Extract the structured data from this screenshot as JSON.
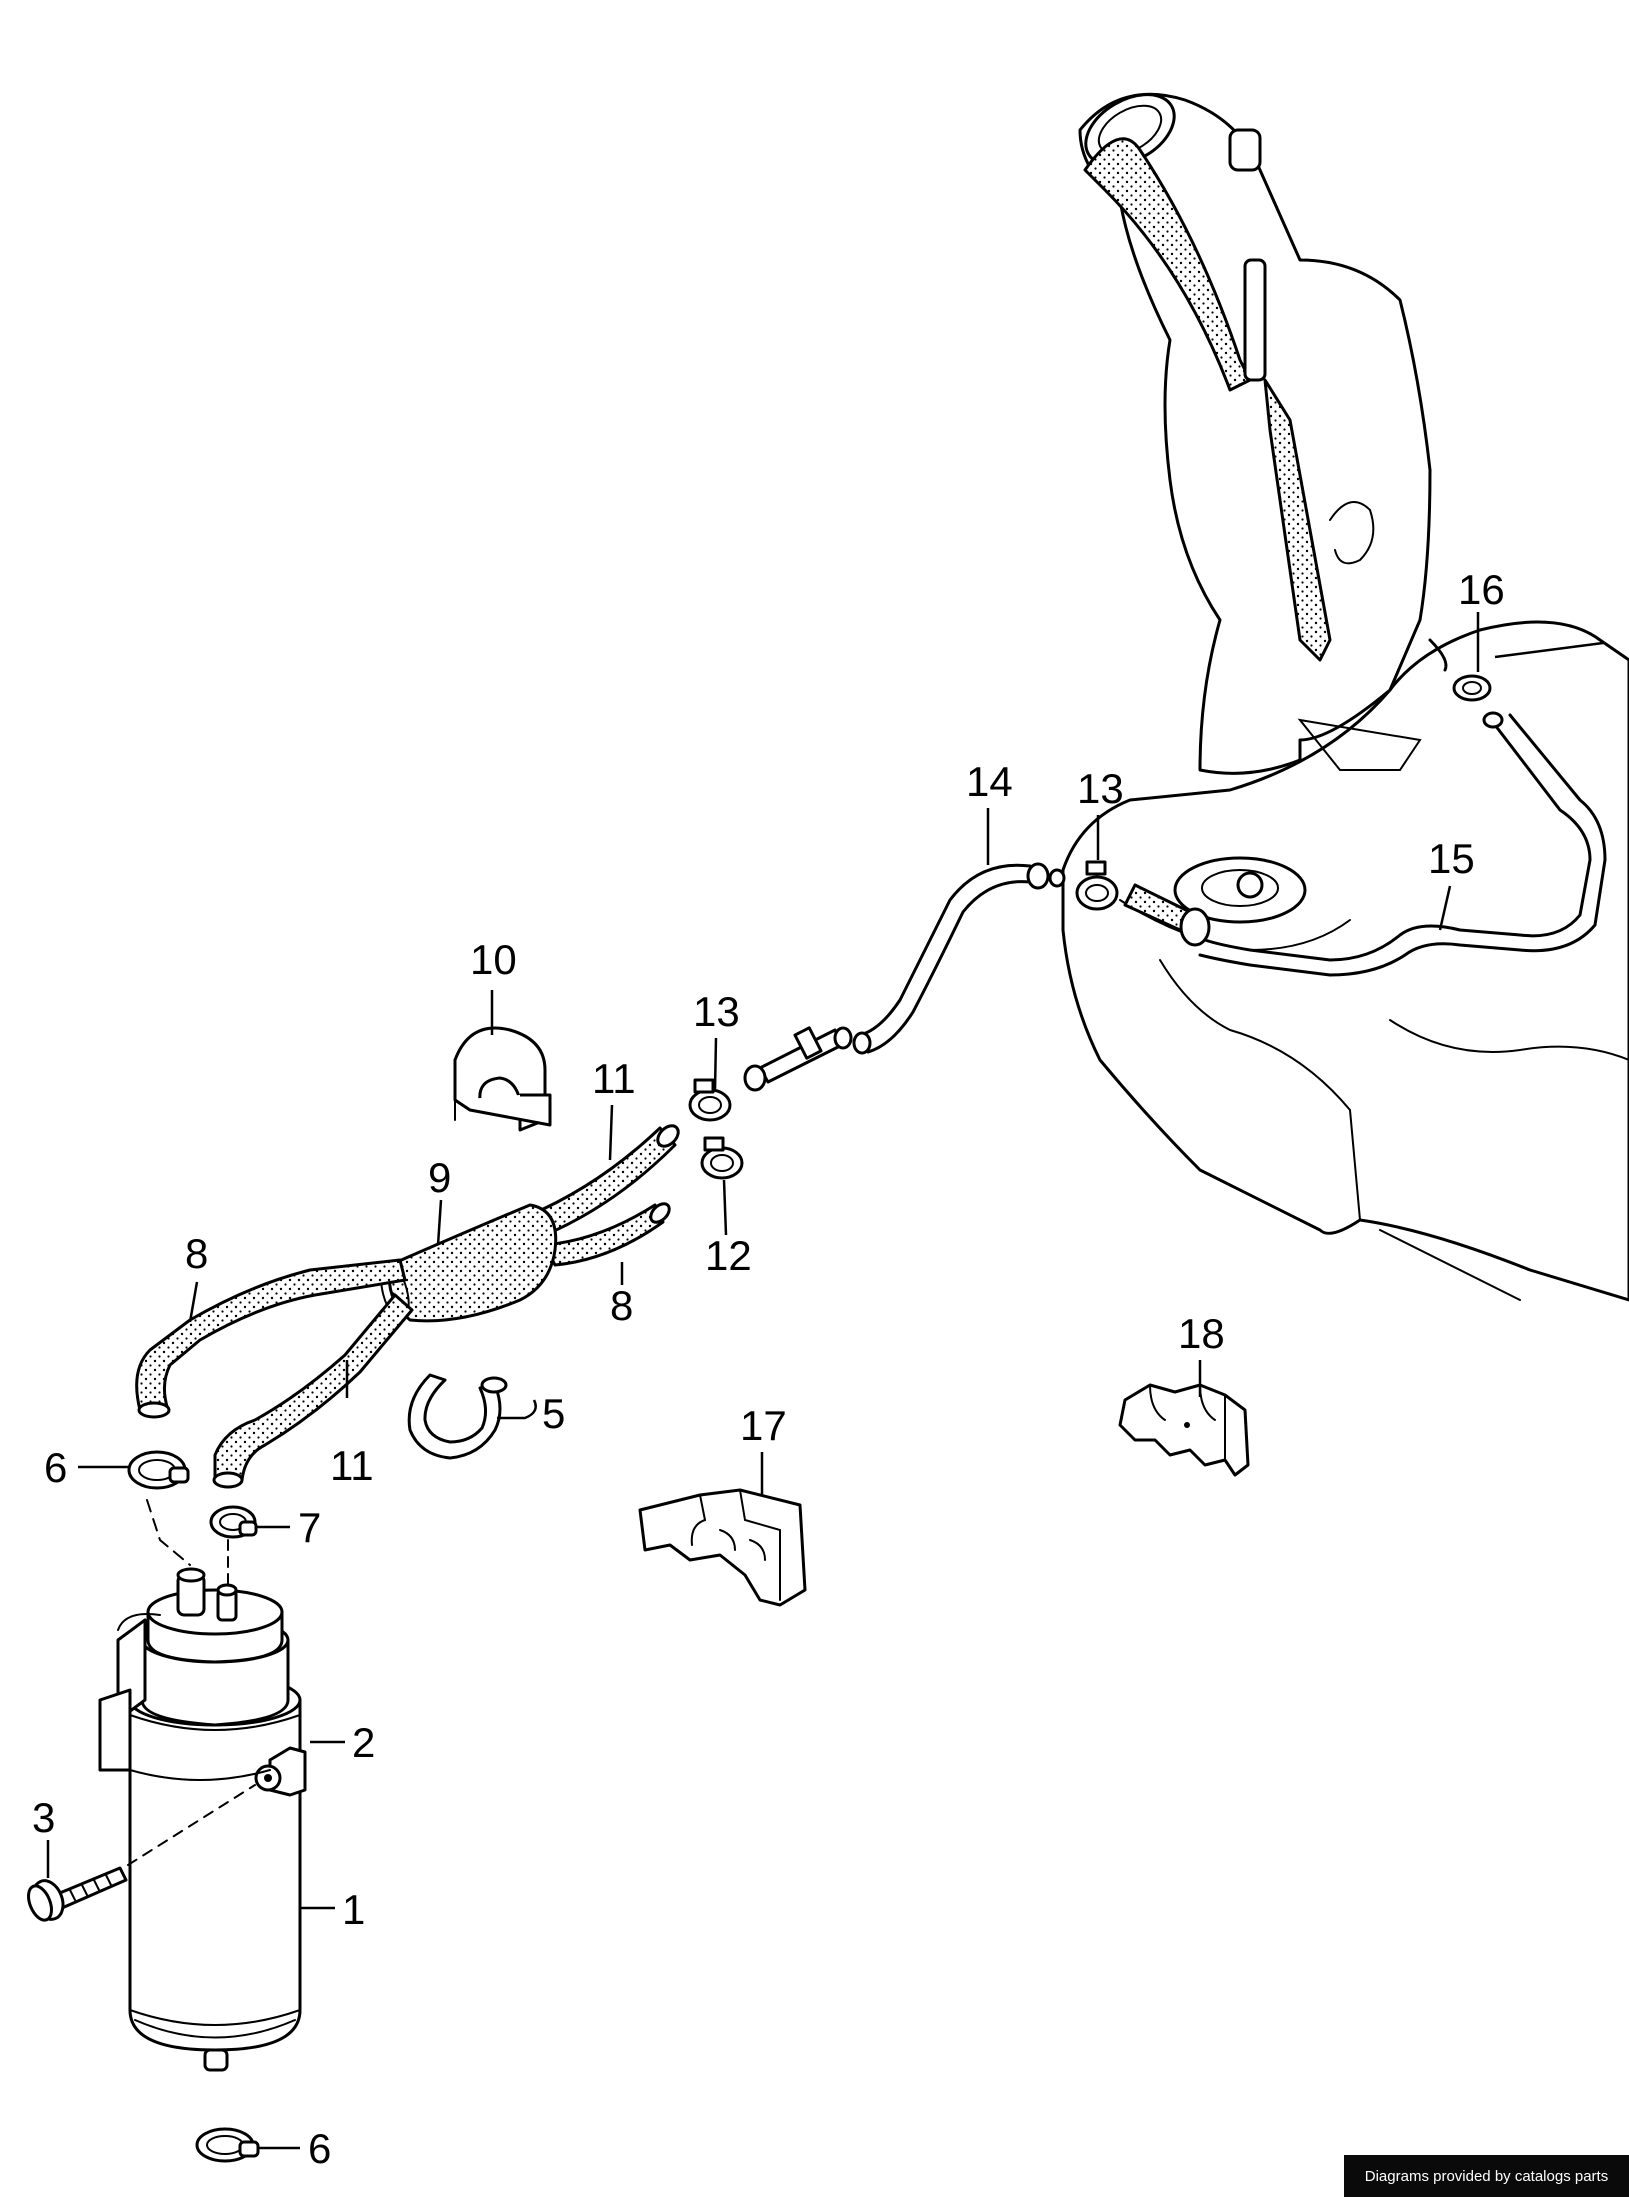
{
  "callouts": [
    {
      "id": "c1",
      "text": "1"
    },
    {
      "id": "c2",
      "text": "2"
    },
    {
      "id": "c3",
      "text": "3"
    },
    {
      "id": "c5",
      "text": "5"
    },
    {
      "id": "c6a",
      "text": "6"
    },
    {
      "id": "c6b",
      "text": "6"
    },
    {
      "id": "c7",
      "text": "7"
    },
    {
      "id": "c8a",
      "text": "8"
    },
    {
      "id": "c8b",
      "text": "8"
    },
    {
      "id": "c9",
      "text": "9"
    },
    {
      "id": "c10",
      "text": "10"
    },
    {
      "id": "c11a",
      "text": "11"
    },
    {
      "id": "c11b",
      "text": "11"
    },
    {
      "id": "c12",
      "text": "12"
    },
    {
      "id": "c13a",
      "text": "13"
    },
    {
      "id": "c13b",
      "text": "13"
    },
    {
      "id": "c14",
      "text": "14"
    },
    {
      "id": "c15",
      "text": "15"
    },
    {
      "id": "c16",
      "text": "16"
    },
    {
      "id": "c17",
      "text": "17"
    },
    {
      "id": "c18",
      "text": "18"
    }
  ],
  "footer": {
    "credit": "Diagrams provided by catalogs parts"
  }
}
